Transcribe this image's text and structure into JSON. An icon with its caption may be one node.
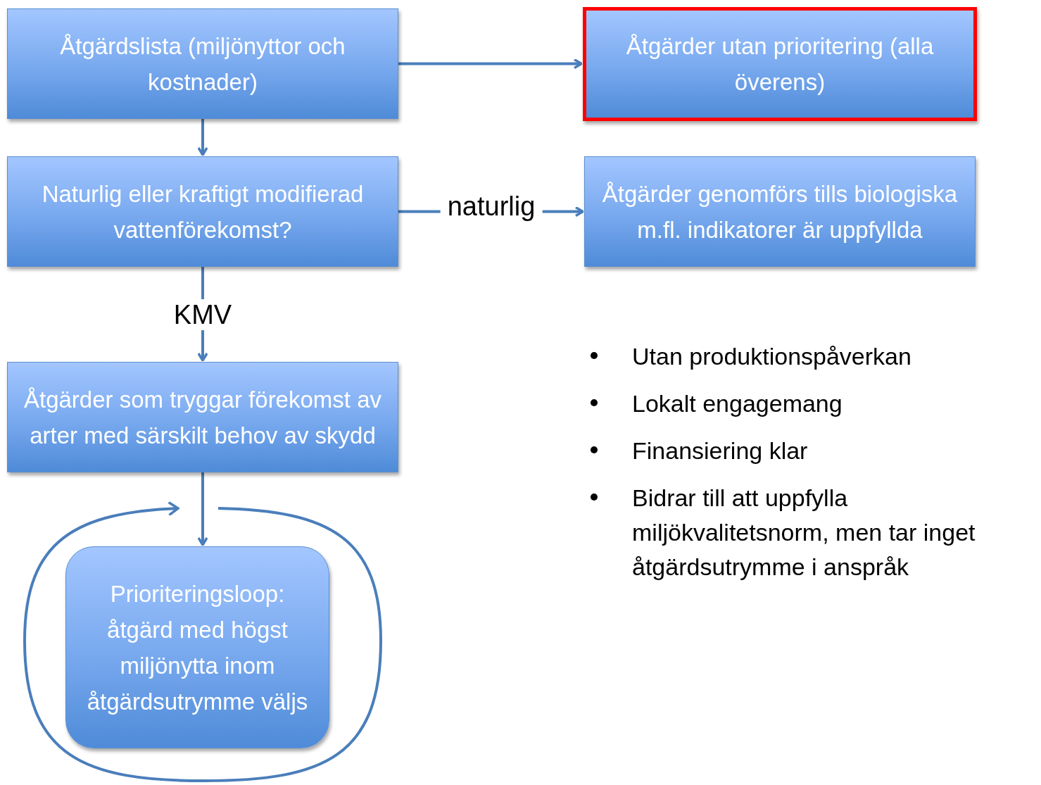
{
  "diagram": {
    "nodes": [
      {
        "text": [
          "Åtgärdslista (miljönyttor och kostnader)"
        ]
      },
      {
        "text": [
          "Åtgärder utan prioritering (alla överens)"
        ]
      },
      {
        "text": [
          "Naturlig eller kraftigt modifierad vattenförekomst?"
        ]
      },
      {
        "text": [
          "Åtgärder genomförs tills biologiska m.fl. indikatorer är uppfyllda"
        ]
      },
      {
        "text": [
          "Åtgärder som tryggar förekomst av arter med särskilt behov av skydd"
        ]
      },
      {
        "text": [
          "Prioriteringsloop: åtgärd med högst miljönytta inom åtgärdsutrymme väljs"
        ]
      }
    ],
    "edges": [
      {
        "from": 0,
        "to": 1,
        "arrow": "to"
      },
      {
        "from": 0,
        "to": 2,
        "arrow": "to"
      },
      {
        "from": 2,
        "to": 3,
        "arrow": "to",
        "label": "naturlig"
      },
      {
        "from": 2,
        "to": 4,
        "arrow": "to",
        "label": "KMV"
      },
      {
        "from": 4,
        "to": 5,
        "arrow": "to"
      }
    ],
    "labels": [
      "Utan produktionspåverkan",
      "Lokalt engagemang",
      "Finansiering klar",
      "Bidrar till att uppfylla miljökvalitetsnorm, men tar inget åtgärdsutrymme i anspråk"
    ]
  }
}
